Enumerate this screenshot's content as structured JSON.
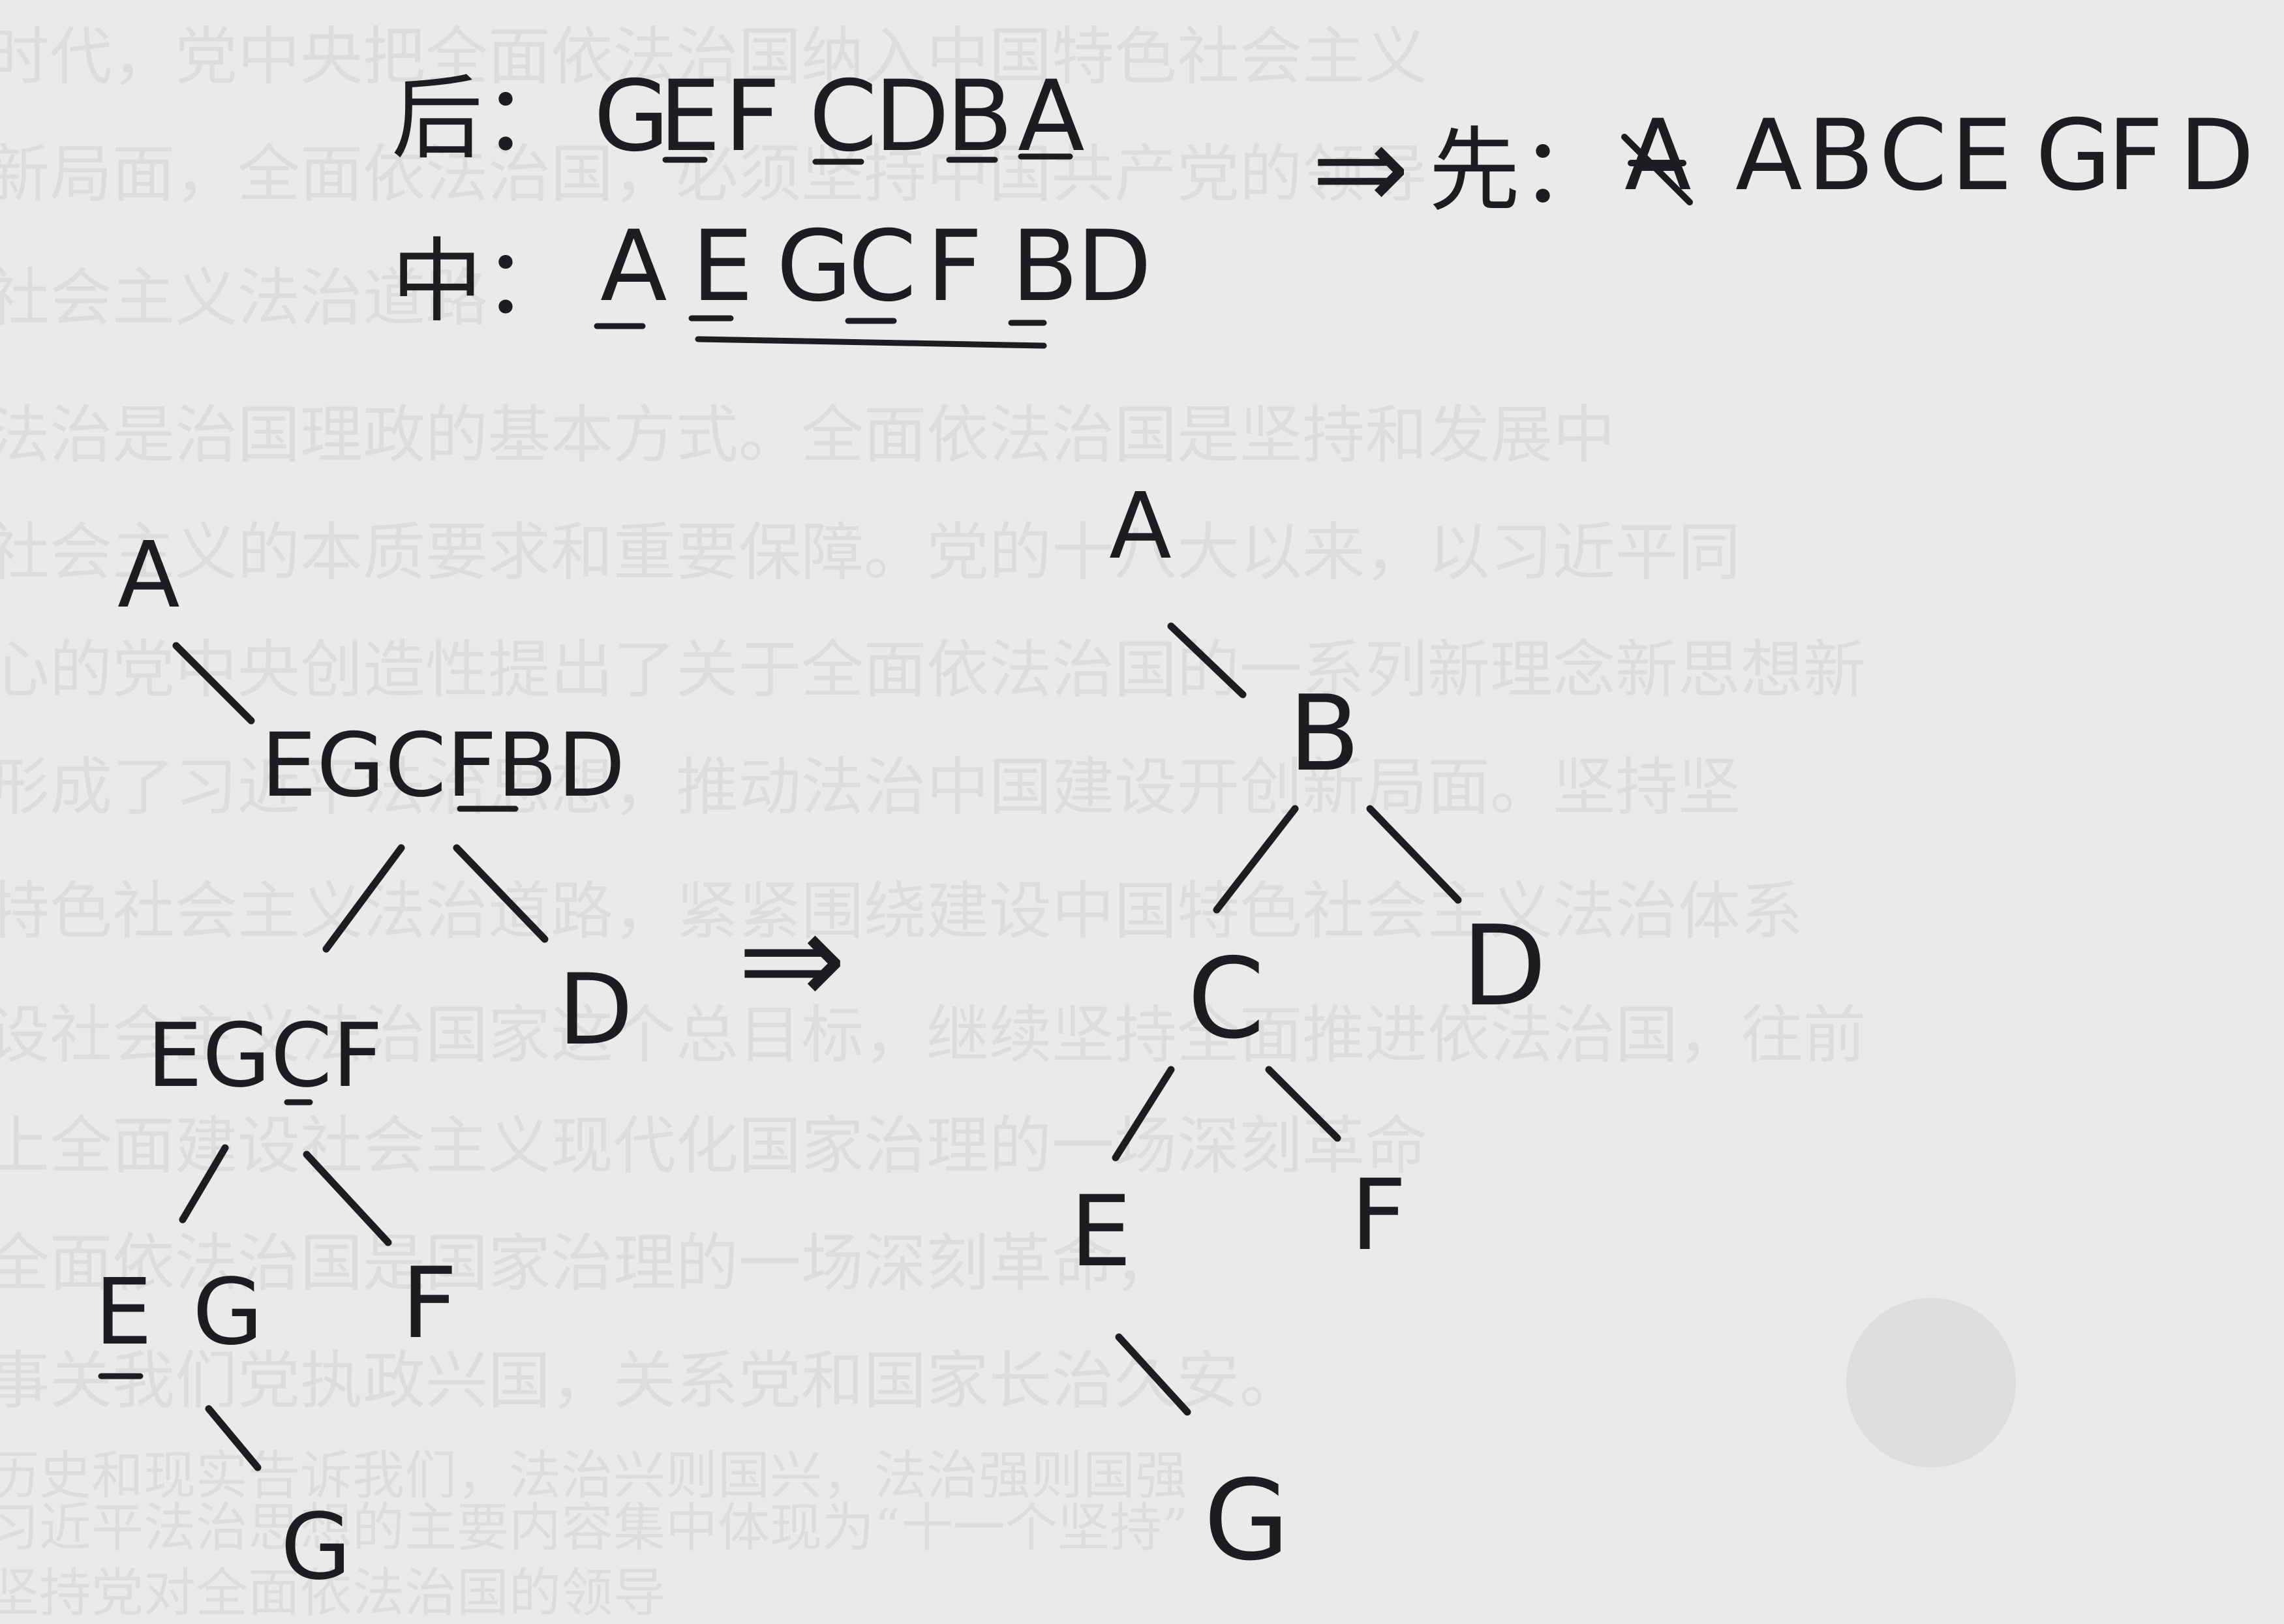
{
  "background_text": [
    "时代，党中央把全面依法治国纳入中国特色社会主义",
    "新局面，全面依法治国，必须坚持中国共产党的领导",
    "社会主义法治道路",
    "法治是治国理政的基本方式。全面依法治国是坚持和发展中",
    "社会主义的本质要求和重要保障。党的十八大以来，以习近平同",
    "心的党中央创造性提出了关于全面依法治国的一系列新理念新思想新",
    "形成了习近平法治思想，推动法治中国建设开创新局面。坚持坚",
    "特色社会主义法治道路，紧紧围绕建设中国特色社会主义法治体系",
    "设社会主义法治国家这个总目标，继续坚持全面推进依法治国，往前",
    "上全面建设社会主义现代化国家治理的一场深刻革命",
    "全面依法治国是国家治理的一场深刻革命，",
    "事关我们党执政兴国，关系党和国家长治久安。",
    "历史和现实告诉我们，法治兴则国兴，法治强则国强",
    "习近平法治思想的主要内容集中体现为“十一个坚持”",
    "坚持党对全面依法治国的领导"
  ],
  "notes": {
    "postorder_label": "后：",
    "postorder_letters": [
      "G",
      "E",
      "F",
      "C",
      "D",
      "B",
      "A"
    ],
    "inorder_label": "中：",
    "inorder_letters": [
      "A",
      "E",
      "G",
      "C",
      "F",
      "B",
      "D"
    ],
    "implies": "⇒",
    "preorder_label": "先：",
    "preorder_struck": "A",
    "preorder_letters": [
      "A",
      "B",
      "C",
      "E",
      "G",
      "F",
      "D"
    ]
  },
  "left_tree": {
    "root": "A",
    "right_subtree": "EGCFBD",
    "node_egcf": "EGCF",
    "node_d": "D",
    "node_e": "E",
    "node_g_mid": "G",
    "node_f": "F",
    "node_g_leaf": "G"
  },
  "arrow_between_trees": "⇒",
  "right_tree": {
    "a": "A",
    "b": "B",
    "c": "C",
    "d": "D",
    "e": "E",
    "f": "F",
    "g": "G"
  },
  "ink_color": "#1b1d20",
  "paper_color": "#e9ebe8"
}
